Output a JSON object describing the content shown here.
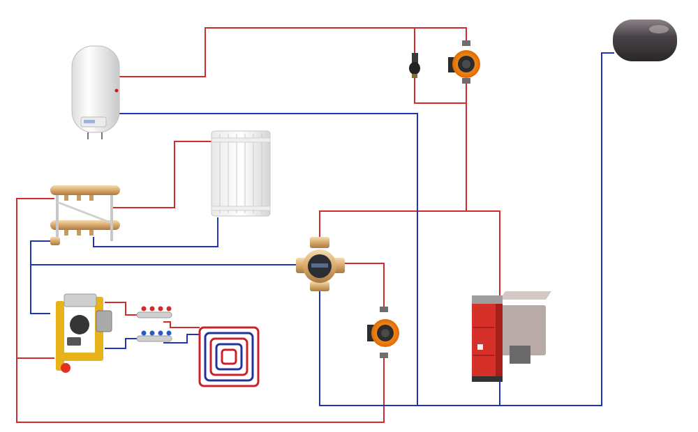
{
  "diagram": {
    "pipe_colors": {
      "supply": "#d42a2a",
      "return": "#1f35b8"
    },
    "components": [
      {
        "id": "water-heater",
        "icon": "boiler-tank-icon"
      },
      {
        "id": "expansion-tank",
        "icon": "expansion-tank-icon"
      },
      {
        "id": "air-vent",
        "icon": "air-vent-icon"
      },
      {
        "id": "pump-dhw",
        "icon": "circulation-pump-icon"
      },
      {
        "id": "radiator",
        "icon": "radiator-icon"
      },
      {
        "id": "manifold-radiators",
        "icon": "manifold-icon"
      },
      {
        "id": "mixing-valve",
        "icon": "four-way-mixing-valve-icon"
      },
      {
        "id": "pump-boiler",
        "icon": "circulation-pump-icon"
      },
      {
        "id": "underfloor-mixing-group",
        "icon": "mixing-group-icon"
      },
      {
        "id": "manifold-underfloor",
        "icon": "manifold-icon"
      },
      {
        "id": "floor-loop",
        "icon": "underfloor-heating-loop-icon"
      },
      {
        "id": "solid-fuel-boiler",
        "icon": "pellet-boiler-icon"
      }
    ]
  }
}
